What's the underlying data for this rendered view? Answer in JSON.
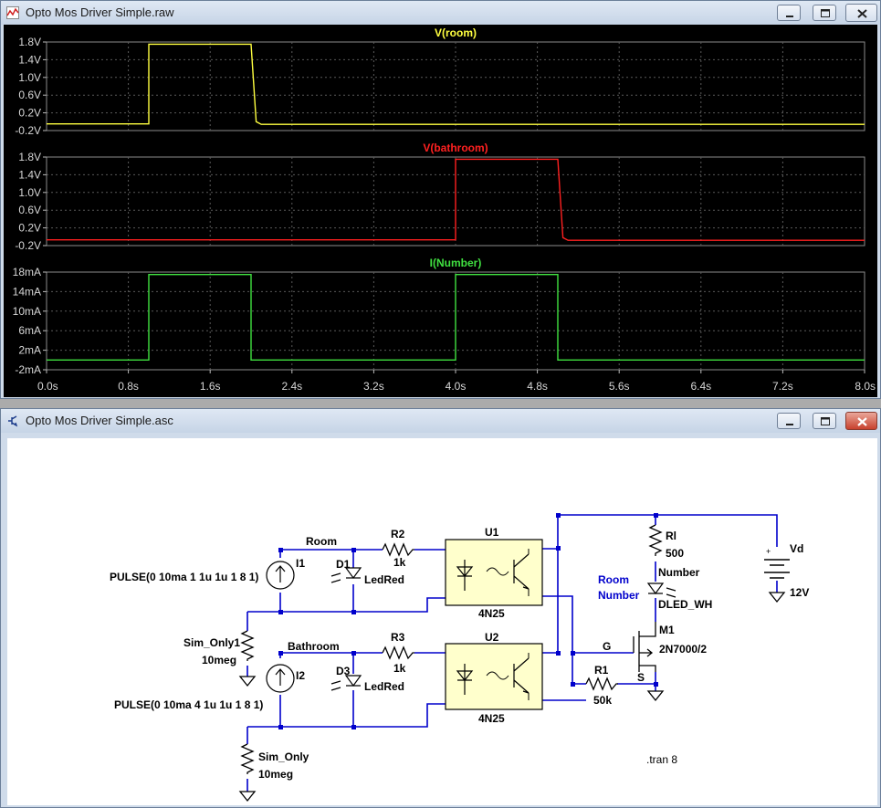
{
  "waveform_window": {
    "title": "Opto Mos Driver Simple.raw",
    "buttons": [
      "minimize",
      "maximize",
      "close"
    ],
    "colors": {
      "background": "#000000",
      "grid": "#5a5a5a",
      "axis_text": "#d8d8d8"
    },
    "x_ticks": [
      "0.0s",
      "0.8s",
      "1.6s",
      "2.4s",
      "3.2s",
      "4.0s",
      "4.8s",
      "5.6s",
      "6.4s",
      "7.2s",
      "8.0s"
    ]
  },
  "schematic_window": {
    "title": "Opto Mos Driver Simple.asc",
    "buttons": [
      "minimize",
      "maximize",
      "close"
    ],
    "colors": {
      "background": "#ffffff",
      "wire": "#0000cc",
      "component": "#000000",
      "opto_fill": "#ffffcc",
      "net_label": "#0000cc"
    },
    "labels": {
      "room_net": "Room",
      "bathroom_net": "Bathroom",
      "i1": "I1",
      "i1_value": "PULSE(0 10ma 1 1u 1u 1 8 1)",
      "i2": "I2",
      "i2_value": "PULSE(0 10ma 4 1u 1u 1 8 1)",
      "d1": "D1",
      "d1_value": "LedRed",
      "d3": "D3",
      "d3_value": "LedRed",
      "r2": "R2",
      "r2_value": "1k",
      "r3": "R3",
      "r3_value": "1k",
      "u1": "U1",
      "u1_value": "4N25",
      "u2": "U2",
      "u2_value": "4N25",
      "sim1": "Sim_Only1",
      "sim1_value": "10meg",
      "sim2": "Sim_Only",
      "sim2_value": "10meg",
      "rl": "Rl",
      "rl_value": "500",
      "number_net": "Number",
      "room_text": "Room",
      "number_text": "Number",
      "dled_value": "DLED_WH",
      "m1": "M1",
      "m1_value": "2N7000/2",
      "g": "G",
      "s": "S",
      "r1": "R1",
      "r1_value": "50k",
      "vd": "Vd",
      "vd_value": "12V",
      "tran": ".tran 8"
    }
  },
  "chart_data": [
    {
      "type": "line",
      "title": "V(room)",
      "color": "#ffff40",
      "xlim": [
        0,
        8
      ],
      "ylim": [
        -0.2,
        1.8
      ],
      "yticks": [
        "1.8V",
        "1.4V",
        "1.0V",
        "0.6V",
        "0.2V",
        "-0.2V"
      ],
      "x": [
        0,
        1,
        1,
        2,
        2.05,
        2.1,
        8
      ],
      "y": [
        -0.05,
        -0.05,
        1.75,
        1.75,
        0.0,
        -0.06,
        -0.06
      ]
    },
    {
      "type": "line",
      "title": "V(bathroom)",
      "color": "#ff2020",
      "xlim": [
        0,
        8
      ],
      "ylim": [
        -0.2,
        1.8
      ],
      "yticks": [
        "1.8V",
        "1.4V",
        "1.0V",
        "0.6V",
        "0.2V",
        "-0.2V"
      ],
      "x": [
        0,
        4,
        4,
        5,
        5.05,
        5.1,
        8
      ],
      "y": [
        -0.07,
        -0.07,
        1.75,
        1.75,
        -0.02,
        -0.08,
        -0.08
      ]
    },
    {
      "type": "line",
      "title": "I(Number)",
      "color": "#40e040",
      "xlim": [
        0,
        8
      ],
      "ylim": [
        -2,
        18
      ],
      "yticks": [
        "18mA",
        "14mA",
        "10mA",
        "6mA",
        "2mA",
        "-2mA"
      ],
      "x": [
        0,
        1,
        1,
        2,
        2,
        4,
        4,
        5,
        5,
        8
      ],
      "y": [
        0,
        0,
        17.5,
        17.5,
        0,
        0,
        17.5,
        17.5,
        0,
        0
      ]
    }
  ]
}
